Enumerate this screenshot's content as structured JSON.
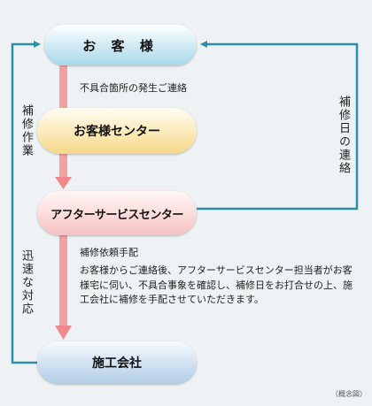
{
  "nodes": {
    "customer": "お 客 様",
    "center": "お客様センター",
    "after_service": "アフターサービスセンター",
    "contractor": "施工会社"
  },
  "labels": {
    "contact": "不具合箇所の発生ご連絡",
    "request_title": "補修依頼手配",
    "request_body": "お客様からご連絡後、アフターサービスセンター担当者がお客様宅に伺い、不具合事象を確認し、補修日をお打合せの上、施工会社に補修を手配させていただきます。",
    "repair_work": "補修作業",
    "quick_response": "迅速な対応",
    "repair_date": "補修日の連絡"
  },
  "note": "（概念図）",
  "colors": {
    "flow_arrow": "#f4a0a0",
    "return_line": "#2b8fa8"
  }
}
